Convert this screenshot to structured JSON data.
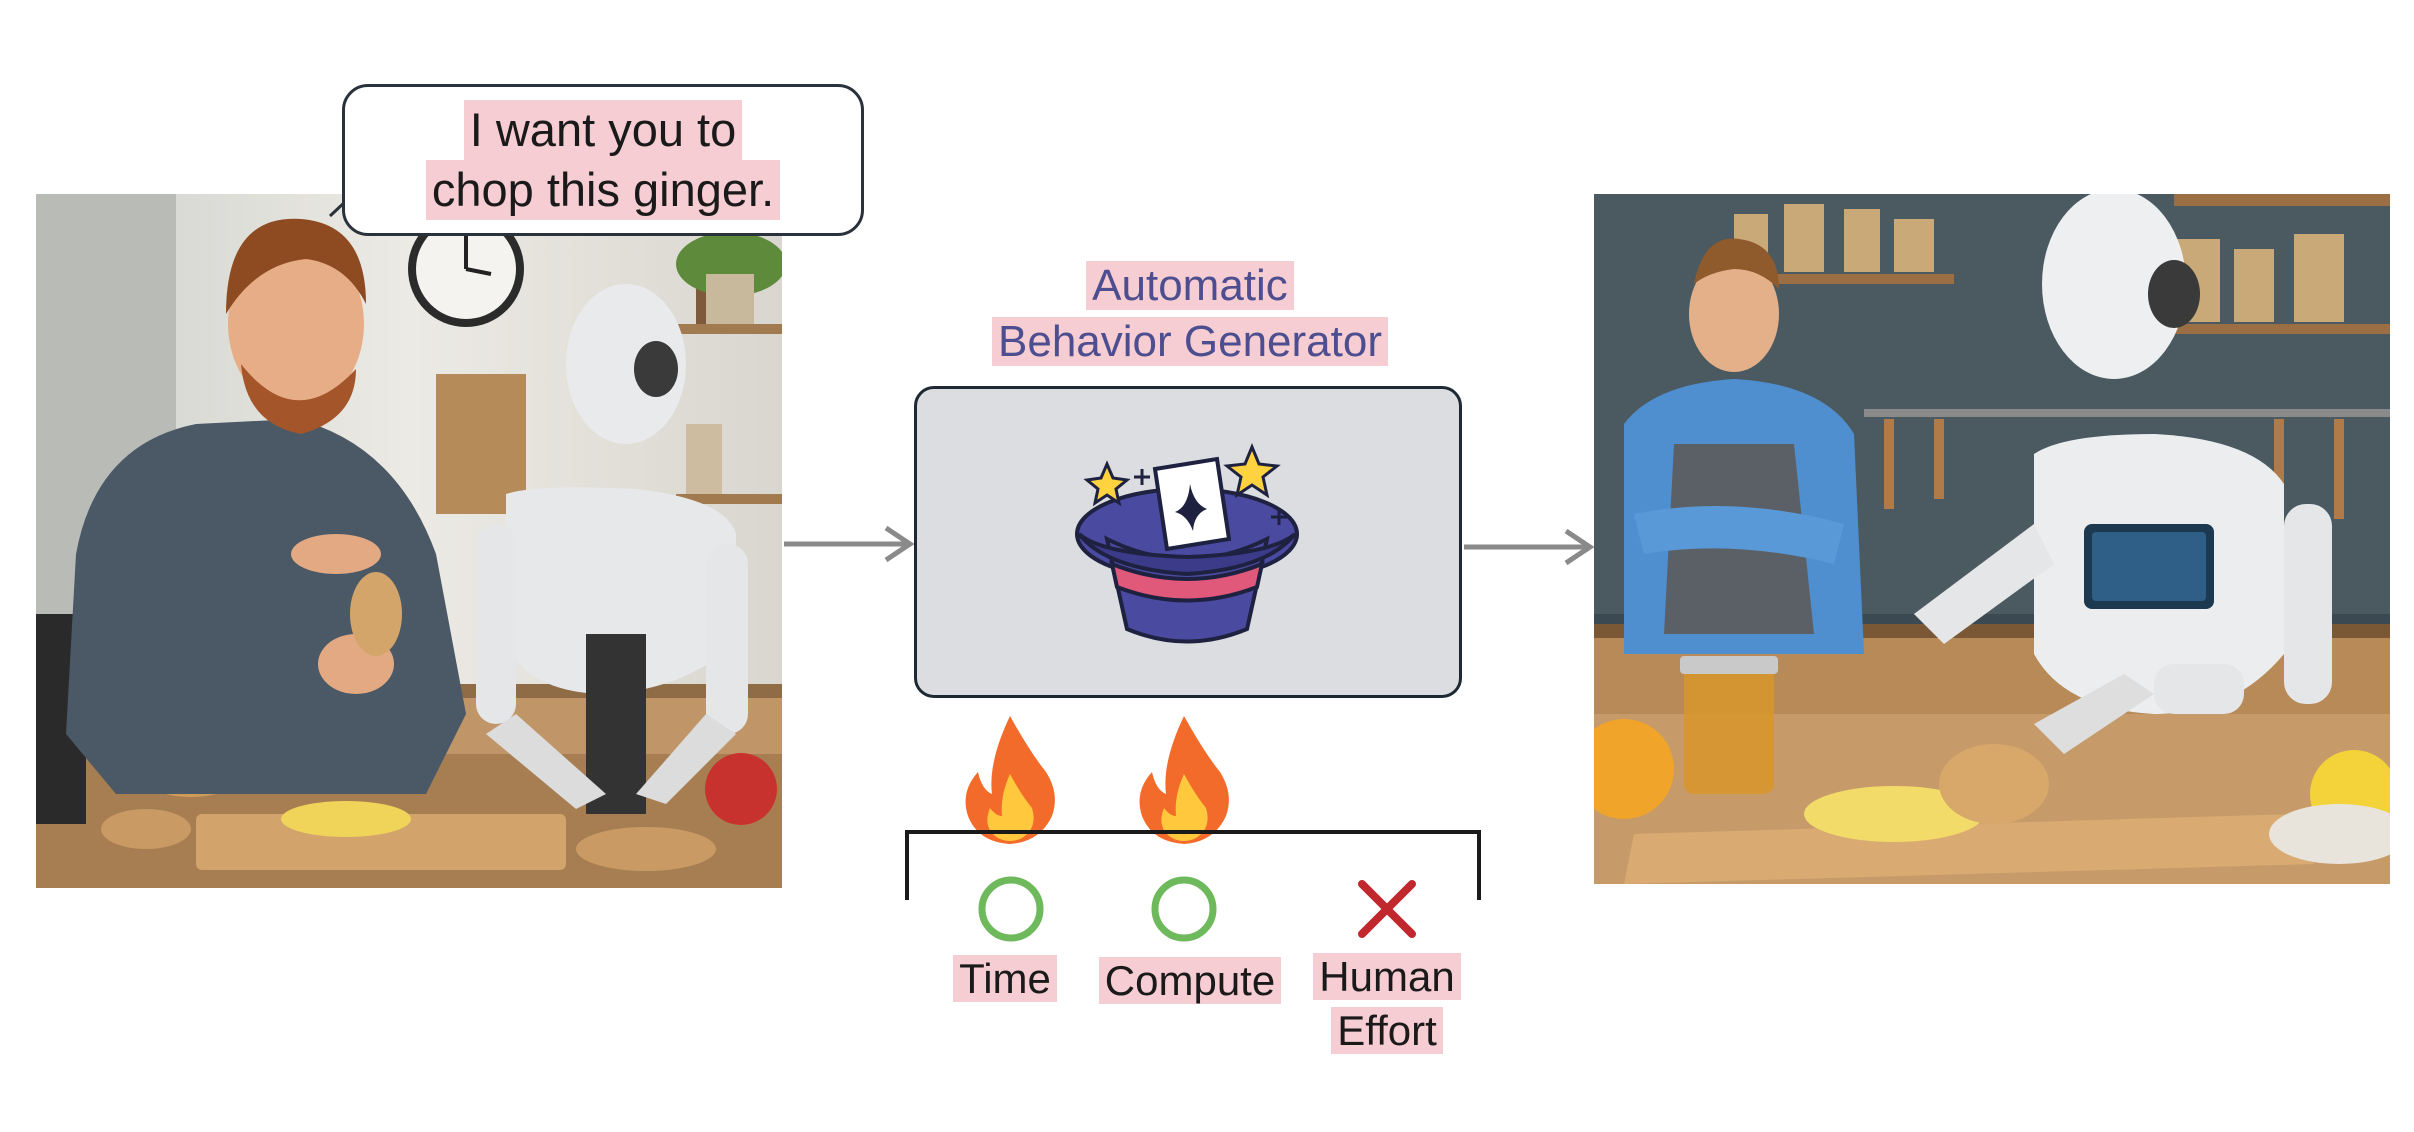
{
  "speech_bubble": {
    "line1": "I want you to",
    "line2": "chop this ginger."
  },
  "generator": {
    "title_line1": "Automatic",
    "title_line2": "Behavior Generator",
    "icon": "magic-hat-card-icon"
  },
  "costs": [
    {
      "label": "Time",
      "status": "check",
      "flame": true
    },
    {
      "label": "Compute",
      "status": "check",
      "flame": true
    },
    {
      "label_line1": "Human",
      "label_line2": "Effort",
      "status": "cross",
      "flame": false
    }
  ],
  "colors": {
    "highlight": "#f6cdd3",
    "title_text": "#4d4e8f",
    "check": "#6db95b",
    "cross": "#c0282d",
    "box_fill": "#dcdde0",
    "arrow": "#8a8a8a"
  },
  "images": {
    "left_scene": "man-instructing-robot-kitchen",
    "right_scene": "robot-grating-ginger-kitchen"
  }
}
